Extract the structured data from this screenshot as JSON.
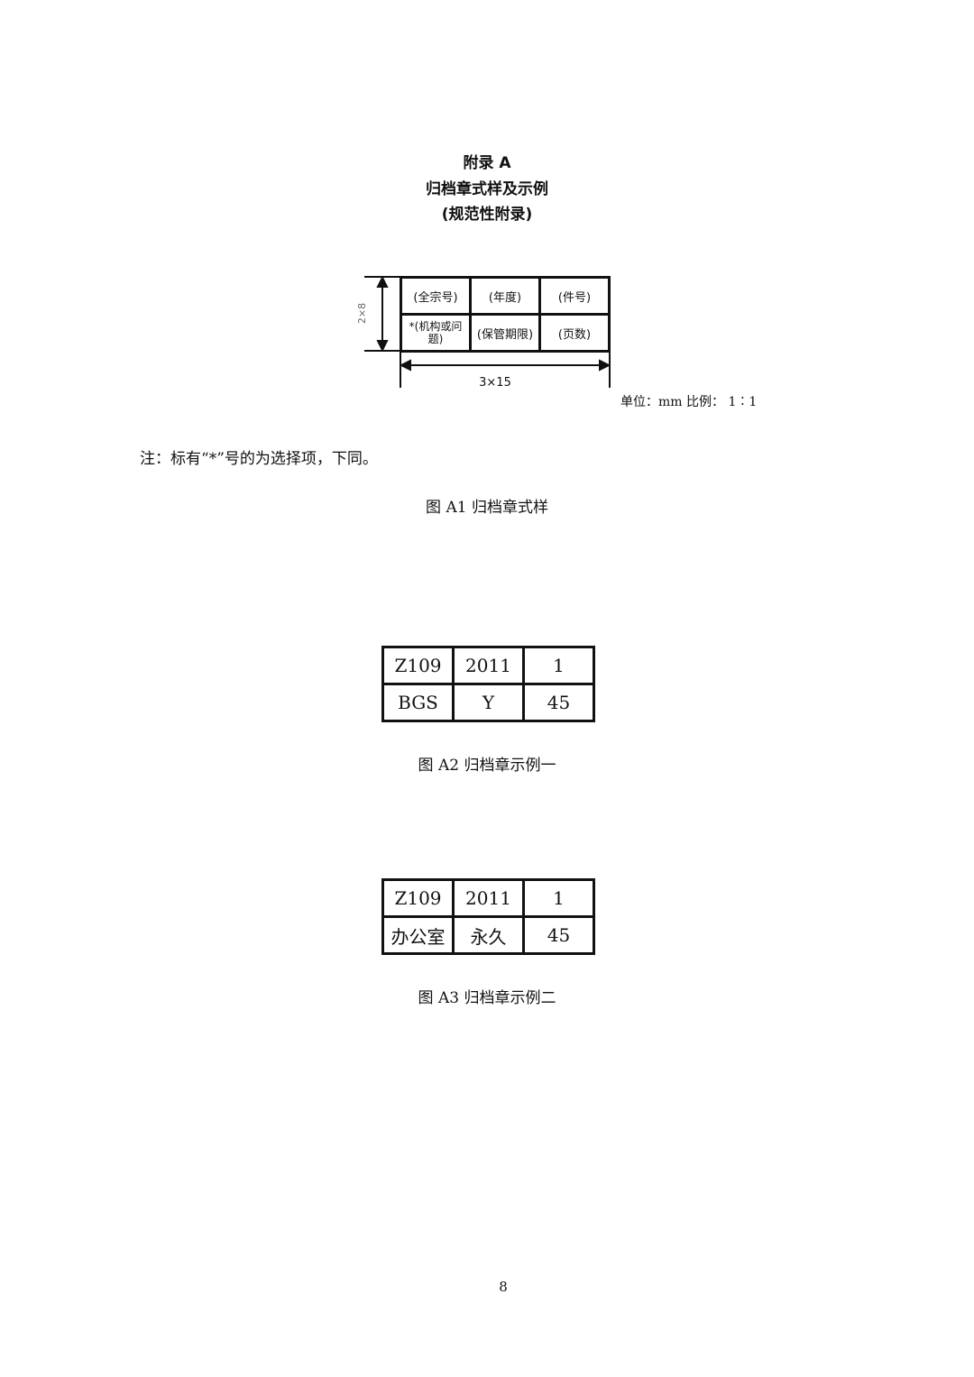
{
  "heading": {
    "line1": "附录 A",
    "line2": "归档章式样及示例",
    "line3": "(规范性附录)"
  },
  "figure_a1": {
    "rows": [
      [
        "(全宗号)",
        "(年度)",
        "(件号)"
      ],
      [
        "*(机构或问题)",
        "(保管期限)",
        "(页数)"
      ]
    ],
    "height_dim": "2×8",
    "width_dim": "3×15",
    "unit_note": "单位：mm 比例： 1∶1"
  },
  "note": "注：标有“*”号的为选择项，下同。",
  "caption_a1": "图 A1  归档章式样",
  "example1": {
    "rows": [
      [
        "Z109",
        "2011",
        "1"
      ],
      [
        "BGS",
        "Y",
        "45"
      ]
    ],
    "caption": "图 A2  归档章示例一"
  },
  "example2": {
    "rows": [
      [
        "Z109",
        "2011",
        "1"
      ],
      [
        "办公室",
        "永久",
        "45"
      ]
    ],
    "caption": "图 A3  归档章示例二"
  },
  "page_number": "8"
}
